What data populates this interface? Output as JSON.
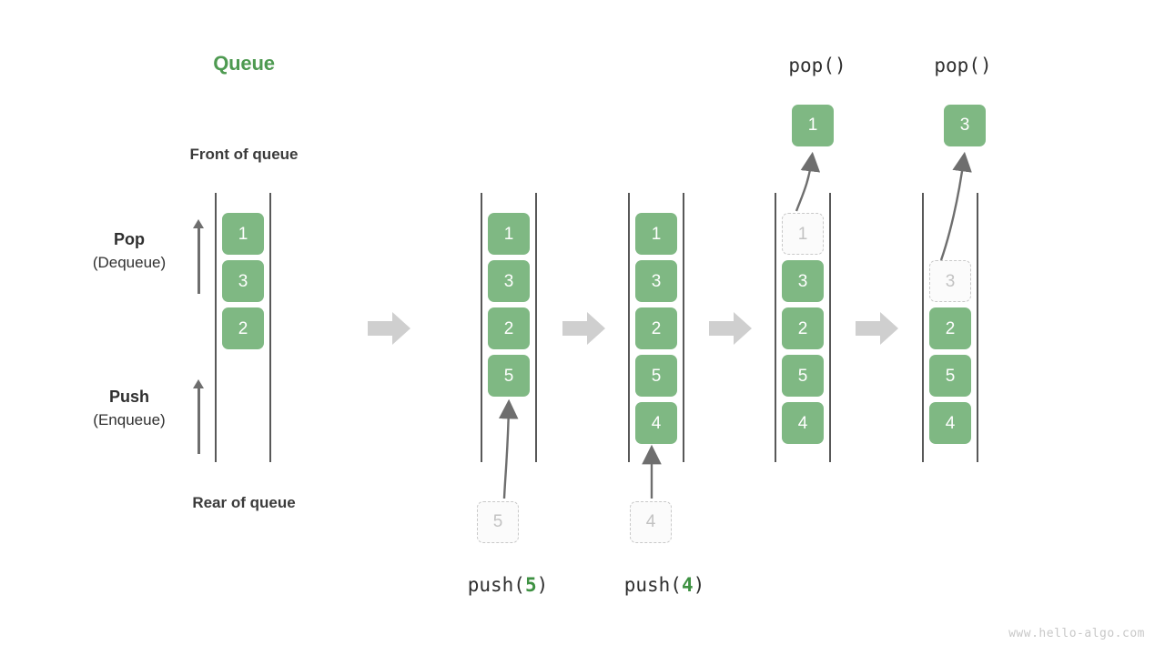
{
  "diagram": {
    "title": "Queue",
    "title_color": "#4e9a51",
    "box_color": "#7fb883",
    "ghost_color": "#c2c2c2",
    "front_label": "Front of queue",
    "rear_label": "Rear of queue",
    "watermark": "www.hello-algo.com"
  },
  "side_labels": {
    "pop": {
      "main": "Pop",
      "sub": "(Dequeue)"
    },
    "push": {
      "main": "Push",
      "sub": "(Enqueue)"
    }
  },
  "captions": {
    "push5": {
      "prefix": "push(",
      "value": "5",
      "suffix": ")"
    },
    "push4": {
      "prefix": "push(",
      "value": "4",
      "suffix": ")"
    },
    "pop1": "pop()",
    "pop2": "pop()"
  },
  "columns": [
    {
      "name": "initial-queue",
      "cells": [
        {
          "value": "1",
          "state": "solid"
        },
        {
          "value": "3",
          "state": "solid"
        },
        {
          "value": "2",
          "state": "solid"
        }
      ]
    },
    {
      "name": "after-push-5",
      "cells": [
        {
          "value": "1",
          "state": "solid"
        },
        {
          "value": "3",
          "state": "solid"
        },
        {
          "value": "2",
          "state": "solid"
        },
        {
          "value": "5",
          "state": "solid"
        }
      ]
    },
    {
      "name": "after-push-4",
      "cells": [
        {
          "value": "1",
          "state": "solid"
        },
        {
          "value": "3",
          "state": "solid"
        },
        {
          "value": "2",
          "state": "solid"
        },
        {
          "value": "5",
          "state": "solid"
        },
        {
          "value": "4",
          "state": "solid"
        }
      ]
    },
    {
      "name": "after-pop-1",
      "cells": [
        {
          "value": "1",
          "state": "ghost"
        },
        {
          "value": "3",
          "state": "solid"
        },
        {
          "value": "2",
          "state": "solid"
        },
        {
          "value": "5",
          "state": "solid"
        },
        {
          "value": "4",
          "state": "solid"
        }
      ]
    },
    {
      "name": "after-pop-3",
      "cells": [
        {
          "value": "",
          "state": "empty"
        },
        {
          "value": "3",
          "state": "ghost"
        },
        {
          "value": "2",
          "state": "solid"
        },
        {
          "value": "5",
          "state": "solid"
        },
        {
          "value": "4",
          "state": "solid"
        }
      ]
    }
  ],
  "push_sources": [
    {
      "name": "push-source-5",
      "value": "5"
    },
    {
      "name": "push-source-4",
      "value": "4"
    }
  ],
  "popped": [
    {
      "name": "popped-value-1",
      "value": "1"
    },
    {
      "name": "popped-value-3",
      "value": "3"
    }
  ]
}
